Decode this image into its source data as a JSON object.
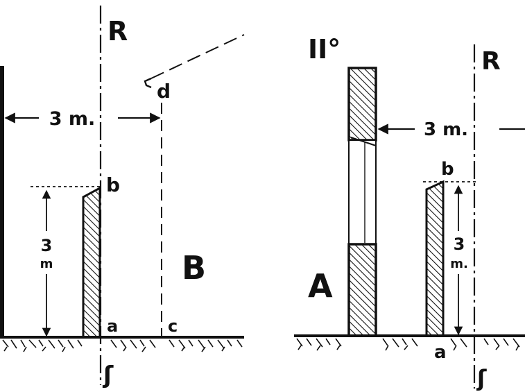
{
  "figure": {
    "stroke_color": "#111111",
    "background": "#ffffff",
    "panel_left": {
      "axis_label_top": "R",
      "axis_label_bottom": "ʃ",
      "point_a": "a",
      "point_b": "b",
      "point_c": "c",
      "point_d": "d",
      "region_label": "B",
      "horizontal_distance": "3 m.",
      "vertical_distance_value": "3",
      "vertical_distance_unit": "m"
    },
    "panel_right": {
      "panel_number": "II°",
      "axis_label_top": "R",
      "axis_label_bottom": "ʃ",
      "point_a": "a",
      "point_b": "b",
      "region_label": "A",
      "horizontal_distance": "3 m.",
      "vertical_distance_value": "3",
      "vertical_distance_unit": "m."
    }
  }
}
